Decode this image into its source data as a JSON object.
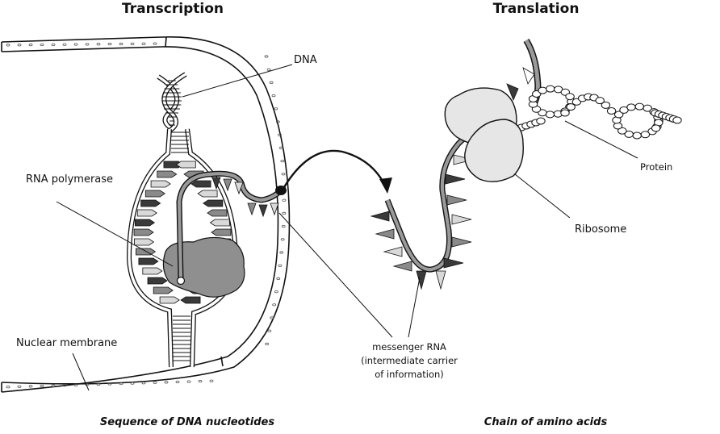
{
  "headings": {
    "left": "Transcription",
    "right": "Translation"
  },
  "captions": {
    "left": "Sequence of DNA nucleotides",
    "right": "Chain of amino acids"
  },
  "labels": {
    "dna": "DNA",
    "rna_polymerase": "RNA polymerase",
    "nuclear_membrane": "Nuclear membrane",
    "protein": "Protein",
    "ribosome": "Ribosome",
    "mrna_line1": "messenger RNA",
    "mrna_line2": "(intermediate carrier",
    "mrna_line3": "of information)"
  },
  "colors": {
    "ink": "#111111",
    "base_dark": "#3a3a3a",
    "base_mid": "#8a8a8a",
    "base_light": "#d9d9d9",
    "ribosome_fill": "#e6e6e6",
    "polymerase_fill": "#8f8f8f",
    "rna_strand": "#9a9a9a"
  }
}
